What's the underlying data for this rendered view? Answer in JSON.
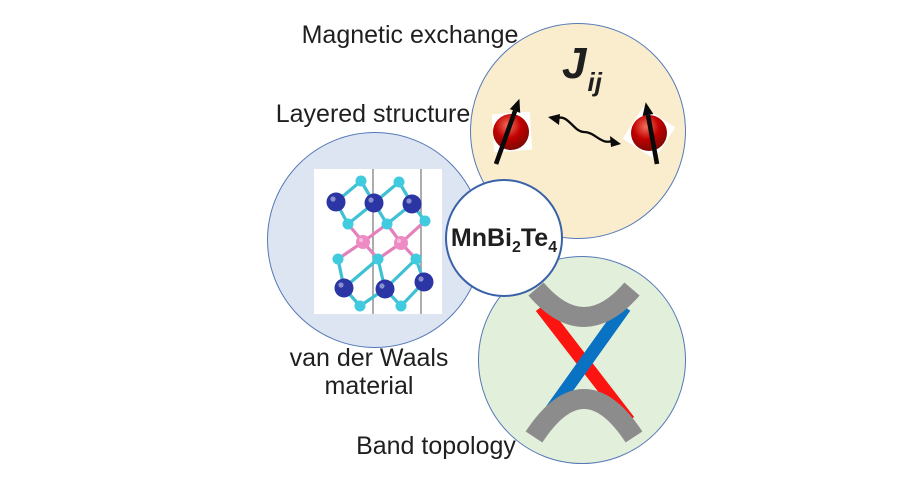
{
  "labels": {
    "magnetic": "Magnetic exchange",
    "layered": "Layered structure",
    "vdw_line1": "van der Waals",
    "vdw_line2": "material",
    "topology": "Band topology"
  },
  "center": {
    "formula_part1": "MnBi",
    "formula_sub1": "2",
    "formula_part2": "Te",
    "formula_sub2": "4"
  },
  "coupling": {
    "symbol": "J",
    "subscript": "ij"
  },
  "colors": {
    "label-text": "#1f1f1f",
    "circle-border": "#5579b8",
    "center-border": "#3a62a8",
    "magnetic-fill": "#faedcd",
    "layered-fill": "#dde4f2",
    "topology-fill": "#e2efda",
    "center-fill": "#ffffff",
    "band-gray": "#8c8c8c",
    "band-red": "#fb1410",
    "band-blue": "#0a72c2",
    "spin-red": "#c00000",
    "spin-arrow": "#0a0a0a",
    "atom-navy": "#2b35a3",
    "atom-cyan": "#40cbdf",
    "atom-pink": "#ee8ac4",
    "bond-teal": "#3fc1d4",
    "bond-pink": "#e481bb",
    "cell-line-gray": "#8a8a8a"
  }
}
